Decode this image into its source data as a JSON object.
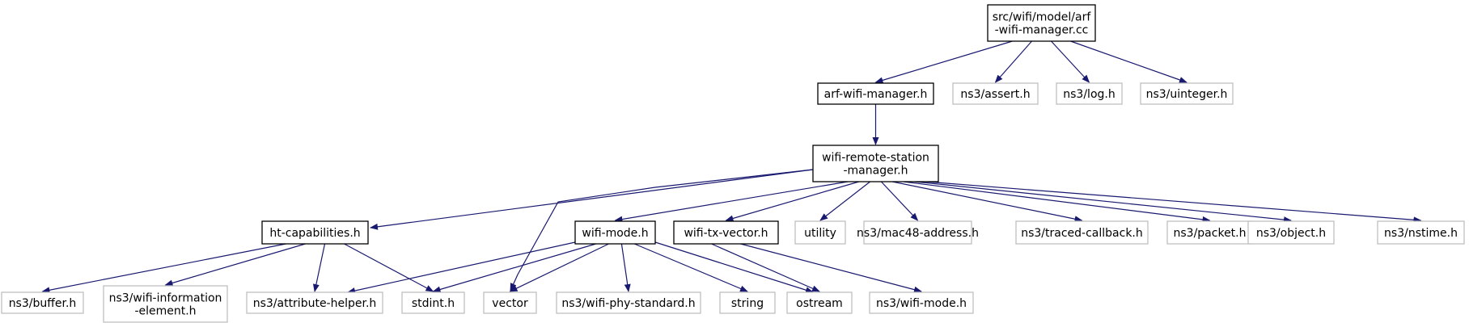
{
  "nodes": [
    {
      "id": "arf_cc",
      "lines": [
        "src/wifi/model/arf",
        "-wifi-manager.cc"
      ],
      "style": "current"
    },
    {
      "id": "arf_h",
      "lines": [
        "arf-wifi-manager.h"
      ],
      "style": "documented"
    },
    {
      "id": "assert",
      "lines": [
        "ns3/assert.h"
      ],
      "style": "external"
    },
    {
      "id": "log",
      "lines": [
        "ns3/log.h"
      ],
      "style": "external"
    },
    {
      "id": "uinteger",
      "lines": [
        "ns3/uinteger.h"
      ],
      "style": "external"
    },
    {
      "id": "wrsm",
      "lines": [
        "wifi-remote-station",
        "-manager.h"
      ],
      "style": "documented"
    },
    {
      "id": "htcap",
      "lines": [
        "ht-capabilities.h"
      ],
      "style": "documented"
    },
    {
      "id": "wmode",
      "lines": [
        "wifi-mode.h"
      ],
      "style": "documented"
    },
    {
      "id": "wtxv",
      "lines": [
        "wifi-tx-vector.h"
      ],
      "style": "documented"
    },
    {
      "id": "utility",
      "lines": [
        "utility"
      ],
      "style": "external"
    },
    {
      "id": "mac48",
      "lines": [
        "ns3/mac48-address.h"
      ],
      "style": "external"
    },
    {
      "id": "traced",
      "lines": [
        "ns3/traced-callback.h"
      ],
      "style": "external"
    },
    {
      "id": "packet",
      "lines": [
        "ns3/packet.h"
      ],
      "style": "external"
    },
    {
      "id": "object",
      "lines": [
        "ns3/object.h"
      ],
      "style": "external"
    },
    {
      "id": "nstime",
      "lines": [
        "ns3/nstime.h"
      ],
      "style": "external"
    },
    {
      "id": "buffer",
      "lines": [
        "ns3/buffer.h"
      ],
      "style": "external"
    },
    {
      "id": "wie",
      "lines": [
        "ns3/wifi-information",
        "-element.h"
      ],
      "style": "external"
    },
    {
      "id": "attr",
      "lines": [
        "ns3/attribute-helper.h"
      ],
      "style": "external"
    },
    {
      "id": "stdint",
      "lines": [
        "stdint.h"
      ],
      "style": "external"
    },
    {
      "id": "vector",
      "lines": [
        "vector"
      ],
      "style": "external"
    },
    {
      "id": "phystd",
      "lines": [
        "ns3/wifi-phy-standard.h"
      ],
      "style": "external"
    },
    {
      "id": "string",
      "lines": [
        "string"
      ],
      "style": "external"
    },
    {
      "id": "ostream",
      "lines": [
        "ostream"
      ],
      "style": "external"
    },
    {
      "id": "ns3wmode",
      "lines": [
        "ns3/wifi-mode.h"
      ],
      "style": "external"
    }
  ],
  "edges": [
    [
      "arf_cc",
      "arf_h"
    ],
    [
      "arf_cc",
      "assert"
    ],
    [
      "arf_cc",
      "log"
    ],
    [
      "arf_cc",
      "uinteger"
    ],
    [
      "arf_h",
      "wrsm"
    ],
    [
      "wrsm",
      "htcap"
    ],
    [
      "wrsm",
      "vector"
    ],
    [
      "wrsm",
      "wmode"
    ],
    [
      "wrsm",
      "wtxv"
    ],
    [
      "wrsm",
      "utility"
    ],
    [
      "wrsm",
      "mac48"
    ],
    [
      "wrsm",
      "traced"
    ],
    [
      "wrsm",
      "packet"
    ],
    [
      "wrsm",
      "object"
    ],
    [
      "wrsm",
      "nstime"
    ],
    [
      "htcap",
      "buffer"
    ],
    [
      "htcap",
      "wie"
    ],
    [
      "htcap",
      "attr"
    ],
    [
      "htcap",
      "stdint"
    ],
    [
      "wmode",
      "attr"
    ],
    [
      "wmode",
      "stdint"
    ],
    [
      "wmode",
      "vector"
    ],
    [
      "wmode",
      "phystd"
    ],
    [
      "wmode",
      "string"
    ],
    [
      "wmode",
      "ostream"
    ],
    [
      "wtxv",
      "ostream"
    ],
    [
      "wtxv",
      "ns3wmode"
    ]
  ],
  "colors": {
    "edge": "#191970",
    "current_fill": "#bfbfbf",
    "current_border": "#000000",
    "documented_border": "#000000",
    "external_border": "#bfbfbf",
    "text": "#000000"
  }
}
